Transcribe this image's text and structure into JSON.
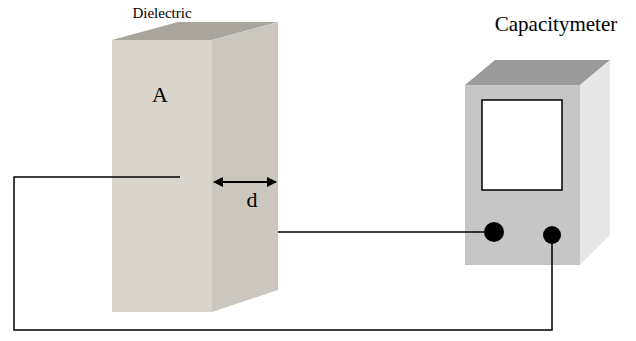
{
  "diagram": {
    "nodes": [
      {
        "text": [
          "Dielectric",
          "A"
        ]
      },
      {
        "text": [
          "Capacitymeter"
        ]
      }
    ],
    "edges": [
      {
        "from": 0,
        "to": 1,
        "arrow": "none"
      },
      {
        "from": 0,
        "to": 1,
        "arrow": "none"
      }
    ],
    "labels": [
      "d"
    ]
  }
}
